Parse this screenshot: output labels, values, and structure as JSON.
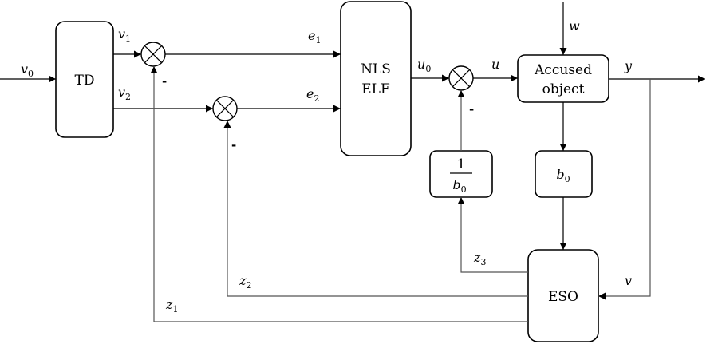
{
  "blocks": {
    "td": "TD",
    "nlself": [
      "NLS",
      "ELF"
    ],
    "plant": [
      "Accused",
      "object"
    ],
    "b0": {
      "name": "b",
      "sub": "0"
    },
    "inv_b0": {
      "num": "1",
      "den": "b",
      "sub": "0"
    },
    "eso": "ESO"
  },
  "signals": {
    "v0": {
      "name": "v",
      "sub": "0"
    },
    "v1": {
      "name": "v",
      "sub": "1"
    },
    "v2": {
      "name": "v",
      "sub": "2"
    },
    "e1": {
      "name": "e",
      "sub": "1"
    },
    "e2": {
      "name": "e",
      "sub": "2"
    },
    "u0": {
      "name": "u",
      "sub": "0"
    },
    "u": {
      "name": "u"
    },
    "w": {
      "name": "w"
    },
    "y": {
      "name": "y"
    },
    "v": {
      "name": "v"
    },
    "z1": {
      "name": "z",
      "sub": "1"
    },
    "z2": {
      "name": "z",
      "sub": "2"
    },
    "z3": {
      "name": "z",
      "sub": "3"
    }
  },
  "minus_sign": "-"
}
